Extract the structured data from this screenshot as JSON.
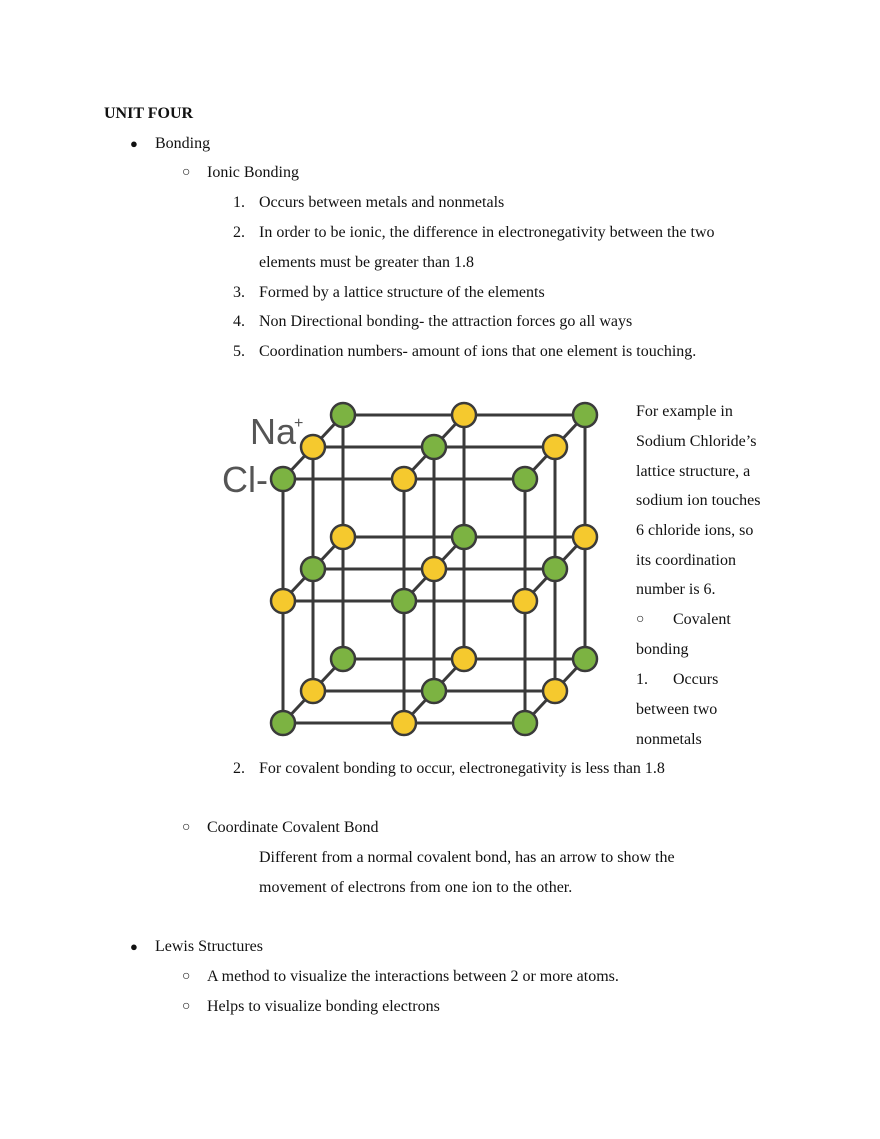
{
  "unit_title": "UNIT FOUR",
  "bullets": {
    "disc": "●",
    "circle": "○"
  },
  "bonding": {
    "label": "Bonding",
    "ionic": {
      "label": "Ionic Bonding",
      "items": [
        {
          "num": "1.",
          "lines": [
            "Occurs between metals and nonmetals"
          ]
        },
        {
          "num": "2.",
          "lines": [
            "In order to be ionic, the difference in electronegativity between the two",
            "elements must be greater than 1.8"
          ]
        },
        {
          "num": "3.",
          "lines": [
            "Formed by a lattice structure of the elements"
          ]
        },
        {
          "num": "4.",
          "lines": [
            "Non Directional bonding- the attraction forces go all ways"
          ]
        },
        {
          "num": "5.",
          "lines": [
            "Coordination numbers- amount of ions that one element is touching."
          ]
        }
      ]
    },
    "lattice_labels": {
      "na": "Na",
      "na_charge": "+",
      "cl": "Cl-"
    },
    "lattice_colors": {
      "sodium": "#f5c92e",
      "chloride": "#7cb342",
      "edge": "#3a3a3a"
    },
    "side_text": [
      "For example in",
      "Sodium Chloride’s",
      "lattice structure, a",
      "sodium ion touches",
      "6 chloride ions, so",
      "its coordination",
      "number is 6."
    ],
    "covalent": {
      "bullet": "○",
      "label_line1": "Covalent",
      "label_line2": "bonding",
      "item1_num": "1.",
      "item1_lines": [
        "Occurs",
        "between two",
        "nonmetals"
      ],
      "item2_num": "2.",
      "item2_text": "For covalent bonding to occur, electronegativity is less than 1.8"
    },
    "coordinate": {
      "label": "Coordinate Covalent Bond",
      "lines": [
        "Different from a normal covalent bond, has an arrow to show the",
        "movement of electrons from one ion to the other."
      ]
    }
  },
  "lewis": {
    "label": "Lewis Structures",
    "items": [
      "A method to visualize the interactions between 2 or more atoms.",
      "Helps to visualize bonding electrons"
    ]
  }
}
